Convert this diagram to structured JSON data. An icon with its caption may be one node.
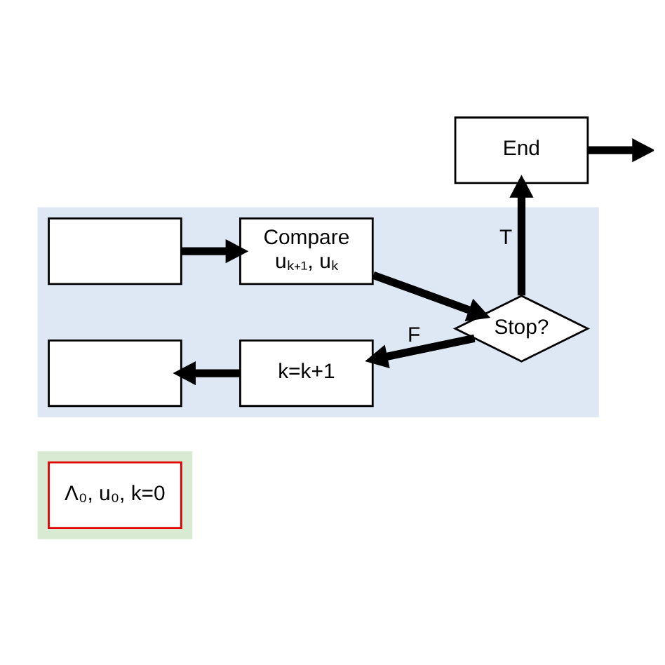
{
  "diagram": {
    "nodes": [
      {
        "text": [],
        "shape": "box"
      },
      {
        "text": [
          "Λ₀, u₀, k=0"
        ],
        "in": 0
      },
      {
        "text": [],
        "shape": "box"
      },
      {
        "text": [],
        "shape": "box",
        "in": 2
      },
      {
        "text": [
          "Compare",
          "uₖ₊₁, uₖ"
        ],
        "in": 2
      },
      {
        "text": [
          "Stop?"
        ],
        "in": 2
      },
      {
        "text": [
          "k=k+1"
        ],
        "in": 2
      },
      {
        "text": [],
        "shape": "box",
        "in": 2
      },
      {
        "text": [
          "End"
        ]
      }
    ],
    "edges": [
      {
        "from": 3,
        "to": 4,
        "arrow": "to"
      },
      {
        "from": 4,
        "to": 5,
        "arrow": "to"
      },
      {
        "from": 5,
        "to": 8,
        "arrow": "to",
        "label": "T"
      },
      {
        "from": 5,
        "to": 6,
        "arrow": "to",
        "label": "F"
      },
      {
        "from": 6,
        "to": 7,
        "arrow": "to"
      },
      {
        "from": 8,
        "to": null,
        "arrow": "to"
      }
    ]
  }
}
